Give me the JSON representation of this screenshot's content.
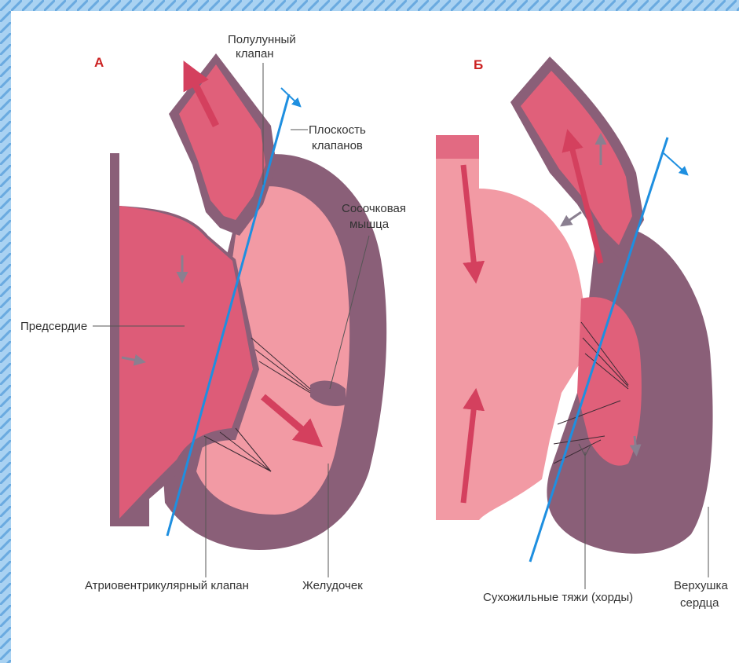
{
  "panels": {
    "a": {
      "letter": "А",
      "labels": {
        "semilunar_valve_1": "Полулунный",
        "semilunar_valve_2": "клапан",
        "valve_plane_1": "Плоскость",
        "valve_plane_2": "клапанов",
        "papillary_muscle_1": "Сосочковая",
        "papillary_muscle_2": "мышца",
        "atrium": "Предсердие",
        "av_valve": "Атриовентрикулярный клапан",
        "ventricle": "Желудочек"
      }
    },
    "b": {
      "letter": "Б",
      "labels": {
        "chordae": "Сухожильные тяжи (хорды)",
        "apex_1": "Верхушка",
        "apex_2": "сердца"
      }
    }
  },
  "colors": {
    "frame_pattern": "#7fb8e8",
    "wall": "#8a5f78",
    "chamber_light": "#f08c98",
    "vessel": "#e0607a",
    "flow_arrow": "#d4405e",
    "valve_plane_line": "#1e8fe0",
    "panel_letter": "#cc2222",
    "label_text": "#333333"
  }
}
